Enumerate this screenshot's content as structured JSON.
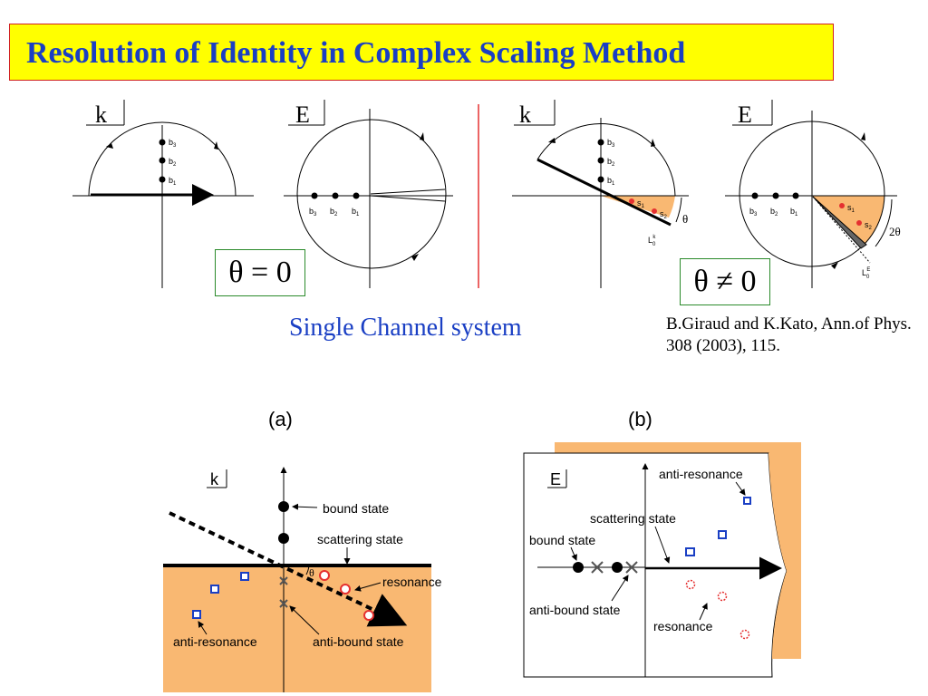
{
  "title": "Resolution of Identity in Complex Scaling Method",
  "top_panels": {
    "k_label": "k",
    "E_label": "E",
    "b1": "b",
    "b2": "b",
    "b3": "b",
    "b1_sub": "1",
    "b2_sub": "2",
    "b3_sub": "3",
    "s1": "s",
    "s2": "s",
    "s1_sub": "1",
    "s2_sub": "2",
    "theta": "θ",
    "two_theta": "2θ",
    "L0k": "L",
    "L0k_sup": "k",
    "L0k_sub": "0",
    "L0E": "L",
    "L0E_sup": "E",
    "L0E_sub": "0"
  },
  "theta_zero": "θ = 0",
  "theta_nonzero": "θ ≠ 0",
  "single_channel": "Single Channel system",
  "citation": "B.Giraud and K.Kato, Ann.of Phys. 308 (2003), 115.",
  "bottom": {
    "panel_a": "(a)",
    "panel_b": "(b)",
    "k_label": "k",
    "E_label": "E",
    "bound_state": "bound state",
    "scattering_state": "scattering state",
    "resonance": "resonance",
    "anti_resonance": "anti-resonance",
    "anti_bound_state": "anti-bound state",
    "theta": "θ"
  },
  "colors": {
    "title_bg": "#ffff00",
    "title_text": "#1a3fc4",
    "orange": "#f9b872",
    "resonance_red": "#e53030",
    "square_blue": "#1a3fc4",
    "divider_red": "#e53030",
    "box_green": "#2a8a2a"
  }
}
